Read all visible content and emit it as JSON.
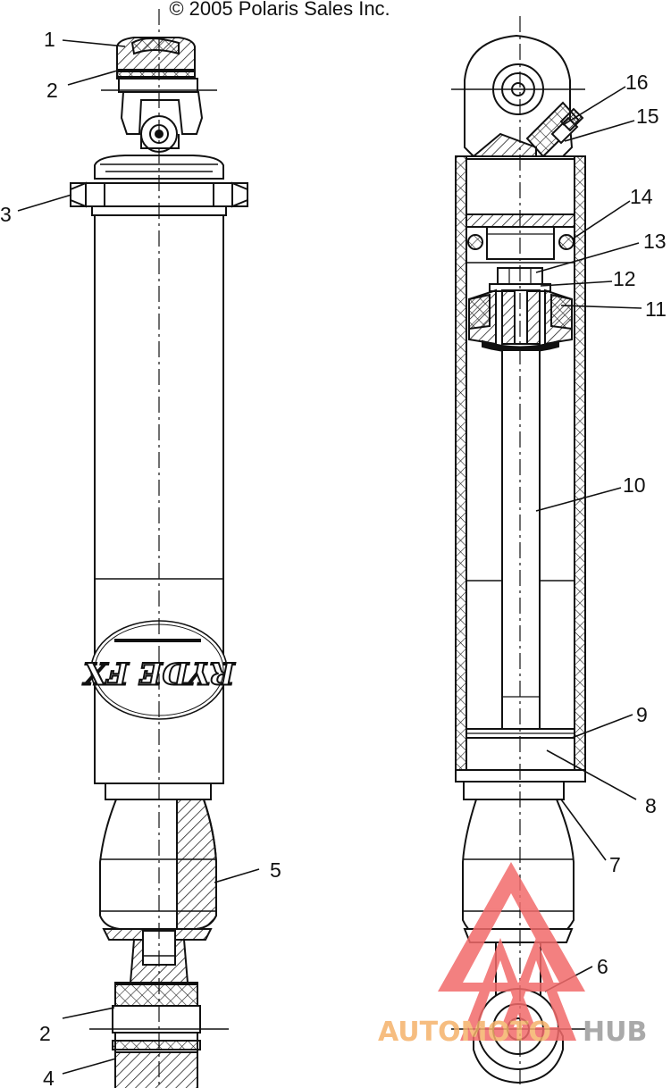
{
  "copyright": "© 2005 Polaris Sales Inc.",
  "left_view": {
    "logo_text": "RYDE FX",
    "callouts": [
      "1",
      "2",
      "3",
      "5",
      "2",
      "4"
    ]
  },
  "right_view": {
    "callouts": [
      "16",
      "15",
      "14",
      "13",
      "12",
      "11",
      "10",
      "9",
      "8",
      "7",
      "6"
    ]
  },
  "watermark": {
    "text_a": "AUTOMOTO",
    "text_b": "HUB",
    "color_a": "#f5b26b",
    "color_b": "#9b9b9b",
    "triangle_color": "#f26b6b"
  }
}
